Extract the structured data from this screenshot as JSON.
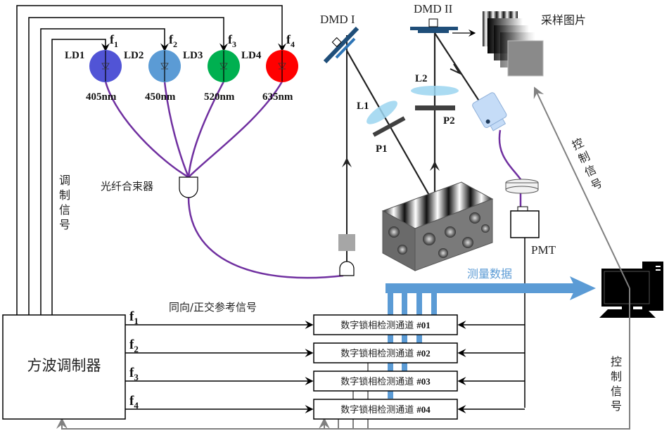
{
  "lasers": [
    {
      "id": "LD1",
      "freq": "f",
      "sub": "1",
      "wavelength": "405nm",
      "color": "#5154d6"
    },
    {
      "id": "LD2",
      "freq": "f",
      "sub": "2",
      "wavelength": "450nm",
      "color": "#5b9bd5"
    },
    {
      "id": "LD3",
      "freq": "f",
      "sub": "3",
      "wavelength": "520nm",
      "color": "#00b050"
    },
    {
      "id": "LD4",
      "freq": "f",
      "sub": "4",
      "wavelength": "635nm",
      "color": "#ff0000"
    }
  ],
  "labels": {
    "combiner": "光纤合束器",
    "mod_signal": [
      "调",
      "制",
      "信",
      "号"
    ],
    "dmd1": "DMD I",
    "dmd2": "DMD II",
    "sampled_images": "采样图片",
    "l1": "L1",
    "l2": "L2",
    "p1": "P1",
    "p2": "P2",
    "pmt": "PMT",
    "measurement_data": "测量数据",
    "control_signal_1": [
      "控",
      "制",
      "信",
      "号"
    ],
    "control_signal_2": [
      "控",
      "制",
      "信",
      "号"
    ],
    "ref_signal": "同向/正交参考信号",
    "modulator": "方波调制器"
  },
  "ref_freqs": [
    {
      "f": "f",
      "sub": "1"
    },
    {
      "f": "f",
      "sub": "2"
    },
    {
      "f": "f",
      "sub": "3"
    },
    {
      "f": "f",
      "sub": "4"
    }
  ],
  "channels": [
    {
      "name": "数字锁相检测通道",
      "num": "#01"
    },
    {
      "name": "数字锁相检测通道",
      "num": "#02"
    },
    {
      "name": "数字锁相检测通道",
      "num": "#03"
    },
    {
      "name": "数字锁相检测通道",
      "num": "#04"
    }
  ],
  "colors": {
    "fiber": "#7030a0",
    "data_bus": "#5b9bd5",
    "control": "#808080",
    "dmd": "#1f4e79",
    "lens": "#9bd5f0"
  }
}
